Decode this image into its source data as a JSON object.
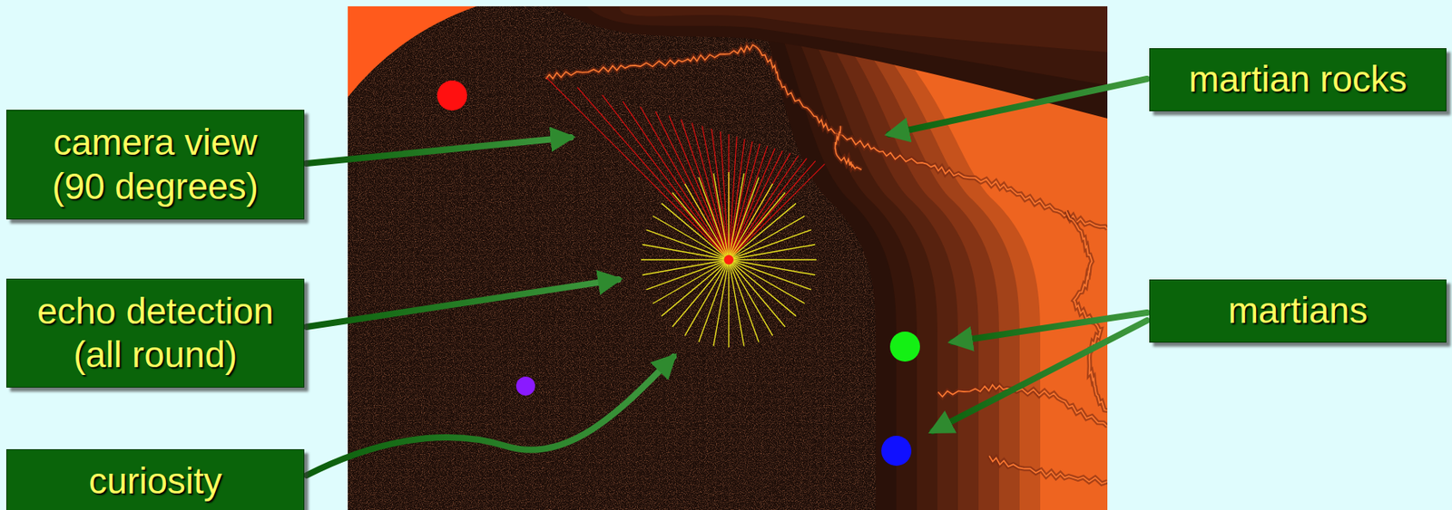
{
  "diagram": {
    "nodes": [
      {
        "text": [
          "camera view (90 degrees)"
        ]
      },
      {
        "text": [
          "martian rocks"
        ]
      },
      {
        "text": [
          "echo detection (all round)"
        ]
      },
      {
        "text": [
          "martians"
        ]
      },
      {
        "text": [
          "curiosity"
        ]
      }
    ]
  }
}
